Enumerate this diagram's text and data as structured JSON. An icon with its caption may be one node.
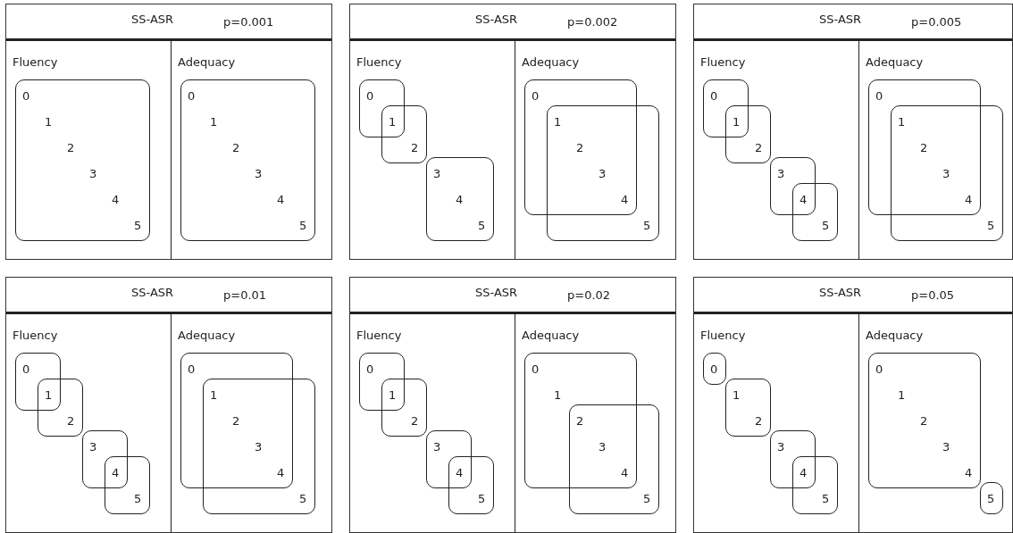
{
  "diagram": {
    "nodes": [
      {
        "text": [
          "SS-ASR",
          "p=0.001"
        ]
      },
      {
        "text": [
          "Fluency"
        ],
        "in": 0
      },
      {
        "text": [],
        "shape": "box",
        "in": 1
      },
      {
        "text": [
          "Adequacy"
        ],
        "in": 0
      },
      {
        "text": [],
        "shape": "box",
        "in": 3
      },
      {
        "text": [
          "SS-ASR",
          "p=0.002"
        ]
      },
      {
        "text": [
          "Fluency"
        ],
        "in": 5
      },
      {
        "text": [],
        "shape": "box",
        "in": 6
      },
      {
        "text": [],
        "shape": "box",
        "in": 6
      },
      {
        "text": [],
        "shape": "box",
        "in": 6
      },
      {
        "text": [
          "Adequacy"
        ],
        "in": 5
      },
      {
        "text": [],
        "shape": "box",
        "in": 10
      },
      {
        "text": [],
        "shape": "box",
        "in": 10
      },
      {
        "text": [
          "SS-ASR",
          "p=0.005"
        ]
      },
      {
        "text": [
          "Fluency"
        ],
        "in": 13
      },
      {
        "text": [],
        "shape": "box",
        "in": 14
      },
      {
        "text": [],
        "shape": "box",
        "in": 14
      },
      {
        "text": [],
        "shape": "box",
        "in": 14
      },
      {
        "text": [],
        "shape": "box",
        "in": 14
      },
      {
        "text": [
          "Adequacy"
        ],
        "in": 13
      },
      {
        "text": [],
        "shape": "box",
        "in": 19
      },
      {
        "text": [],
        "shape": "box",
        "in": 19
      },
      {
        "text": [
          "SS-ASR",
          "p=0.01"
        ]
      },
      {
        "text": [
          "Fluency"
        ],
        "in": 22
      },
      {
        "text": [],
        "shape": "box",
        "in": 23
      },
      {
        "text": [],
        "shape": "box",
        "in": 23
      },
      {
        "text": [],
        "shape": "box",
        "in": 23
      },
      {
        "text": [],
        "shape": "box",
        "in": 23
      },
      {
        "text": [
          "Adequacy"
        ],
        "in": 22
      },
      {
        "text": [],
        "shape": "box",
        "in": 28
      },
      {
        "text": [],
        "shape": "box",
        "in": 28
      },
      {
        "text": [
          "SS-ASR",
          "p=0.02"
        ]
      },
      {
        "text": [
          "Fluency"
        ],
        "in": 31
      },
      {
        "text": [],
        "shape": "box",
        "in": 32
      },
      {
        "text": [],
        "shape": "box",
        "in": 32
      },
      {
        "text": [],
        "shape": "box",
        "in": 32
      },
      {
        "text": [],
        "shape": "box",
        "in": 32
      },
      {
        "text": [
          "Adequacy"
        ],
        "in": 31
      },
      {
        "text": [],
        "shape": "box",
        "in": 37
      },
      {
        "text": [],
        "shape": "box",
        "in": 37
      },
      {
        "text": [
          "SS-ASR",
          "p=0.05"
        ]
      },
      {
        "text": [
          "Fluency"
        ],
        "in": 40
      },
      {
        "text": [],
        "shape": "box",
        "in": 41
      },
      {
        "text": [],
        "shape": "box",
        "in": 41
      },
      {
        "text": [],
        "shape": "box",
        "in": 41
      },
      {
        "text": [],
        "shape": "box",
        "in": 41
      },
      {
        "text": [
          "Adequacy"
        ],
        "in": 40
      },
      {
        "text": [],
        "shape": "box",
        "in": 46
      },
      {
        "text": [],
        "shape": "box",
        "in": 46
      }
    ],
    "labels": [
      "0",
      "1",
      "2",
      "3",
      "4",
      "5",
      "0",
      "1",
      "2",
      "3",
      "4",
      "5",
      "0",
      "1",
      "2",
      "3",
      "4",
      "5",
      "0",
      "1",
      "2",
      "3",
      "4",
      "5",
      "0",
      "1",
      "2",
      "3",
      "4",
      "5",
      "0",
      "1",
      "2",
      "3",
      "4",
      "5",
      "0",
      "1",
      "2",
      "3",
      "4",
      "5",
      "0",
      "1",
      "2",
      "3",
      "4",
      "5",
      "0",
      "1",
      "2",
      "3",
      "4",
      "5",
      "0",
      "1",
      "2",
      "3",
      "4",
      "5",
      "0",
      "1",
      "2",
      "3",
      "4",
      "5",
      "0",
      "1",
      "2",
      "3",
      "4",
      "5"
    ]
  }
}
